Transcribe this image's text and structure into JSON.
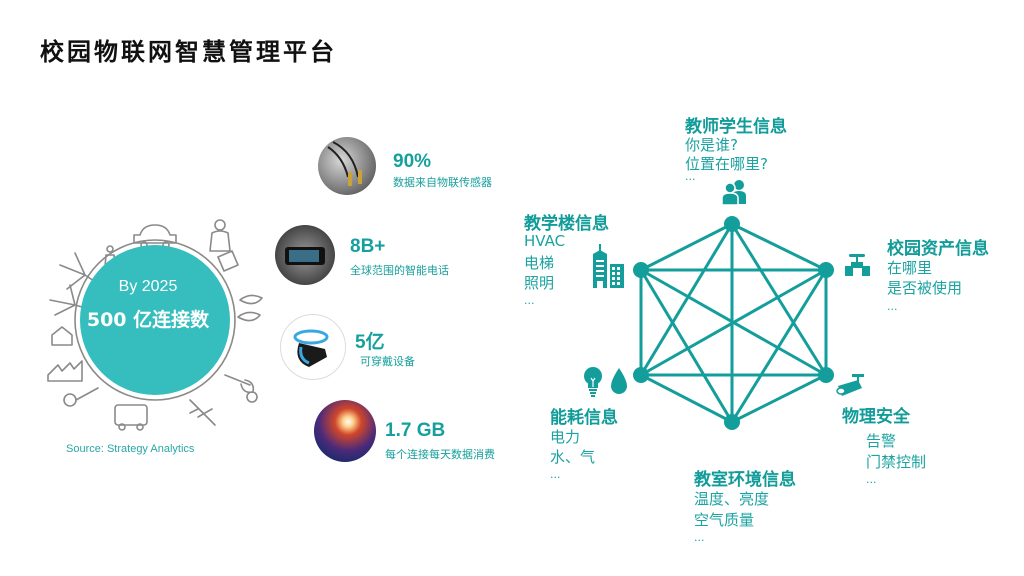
{
  "title": "校园物联网智慧管理平台",
  "colors": {
    "accent": "#139e9c",
    "globe": "#36bdbd",
    "outline": "#8a8a8a"
  },
  "globe": {
    "line1": "By 2025",
    "line2": "500 亿连接数"
  },
  "source": "Source:  Strategy Analytics",
  "stats": [
    {
      "value": "90%",
      "desc": "数据来自物联传感器",
      "image": "sensor-cables-image"
    },
    {
      "value": "8B+",
      "desc": "全球范围的智能电话",
      "image": "smartphone-image"
    },
    {
      "value": "5亿",
      "desc": "可穿戴设备",
      "image": "wearable-band-image"
    },
    {
      "value": "1.7 GB",
      "desc": "每个连接每天数据消费",
      "image": "data-light-image"
    }
  ],
  "network": {
    "nodes": [
      {
        "id": "teachers_students",
        "title": "教师学生信息",
        "lines": [
          "你是谁?",
          "位置在哪里?",
          "..."
        ],
        "icon": "people-icon"
      },
      {
        "id": "campus_assets",
        "title": "校园资产信息",
        "lines": [
          "在哪里",
          "是否被使用",
          "..."
        ],
        "icon": "valve-icon"
      },
      {
        "id": "physical_security",
        "title": "物理安全",
        "lines": [
          "告警",
          "门禁控制",
          "..."
        ],
        "icon": "security-camera-icon"
      },
      {
        "id": "classroom_env",
        "title": "教室环境信息",
        "lines": [
          "温度、亮度",
          "空气质量",
          "..."
        ],
        "icon": ""
      },
      {
        "id": "energy",
        "title": "能耗信息",
        "lines": [
          "电力",
          "水、气",
          "..."
        ],
        "icon": "bulb-drop-icon"
      },
      {
        "id": "building",
        "title": "教学楼信息",
        "lines": [
          "HVAC",
          "电梯",
          "照明",
          "..."
        ],
        "icon": "building-icon"
      }
    ]
  }
}
